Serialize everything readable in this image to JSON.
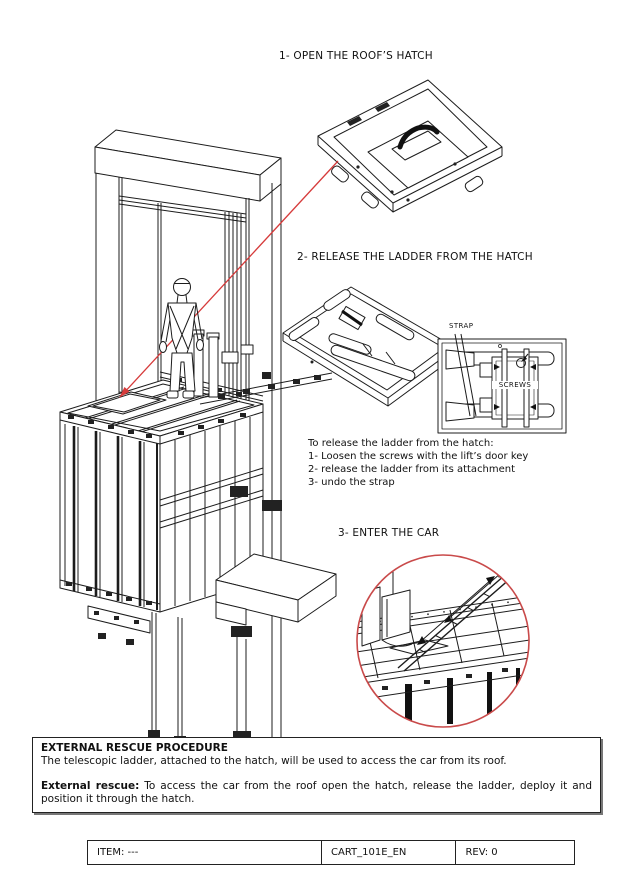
{
  "steps": {
    "step1": {
      "title": "1- OPEN THE ROOF’S HATCH"
    },
    "step2": {
      "title": "2- RELEASE THE LADDER FROM THE HATCH",
      "strap_label": "STRAP",
      "screws_label": "SCREWS",
      "intro": "To release the ladder from the hatch:",
      "items": [
        "1- Loosen the screws with the lift’s door key",
        "2- release the ladder from its attachment",
        "3- undo the strap"
      ]
    },
    "step3": {
      "title": "3- ENTER THE CAR"
    }
  },
  "rescue_box": {
    "title": "EXTERNAL RESCUE PROCEDURE",
    "intro": "The telescopic ladder, attached to the hatch, will be used to access the car from its roof.",
    "lead": "External rescue:",
    "body": "To access the car from the roof open the hatch, release the ladder, deploy it and position it through the hatch."
  },
  "footer": {
    "item": "ITEM: ---",
    "code": "CART_101E_EN",
    "rev": "REV: 0"
  },
  "colors": {
    "ink": "#1c1c1c",
    "leader_red": "#d63b3b",
    "detail_circle_red": "#c94a4a"
  }
}
